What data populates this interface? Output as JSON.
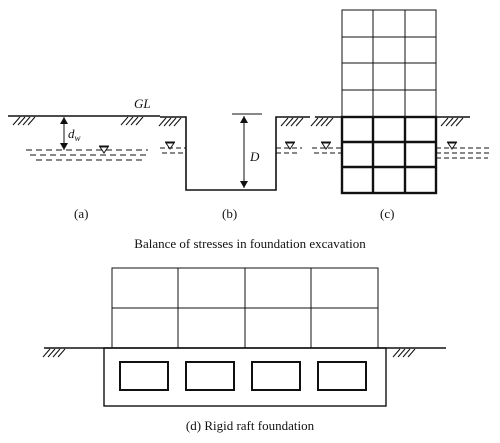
{
  "labels": {
    "gl": "GL",
    "dw_d": "d",
    "dw_w": "w",
    "depth": "D",
    "panel_a": "(a)",
    "panel_b": "(b)",
    "panel_c": "(c)"
  },
  "captions": {
    "top": "Balance of stresses in foundation excavation",
    "bottom": "(d) Rigid raft foundation"
  }
}
